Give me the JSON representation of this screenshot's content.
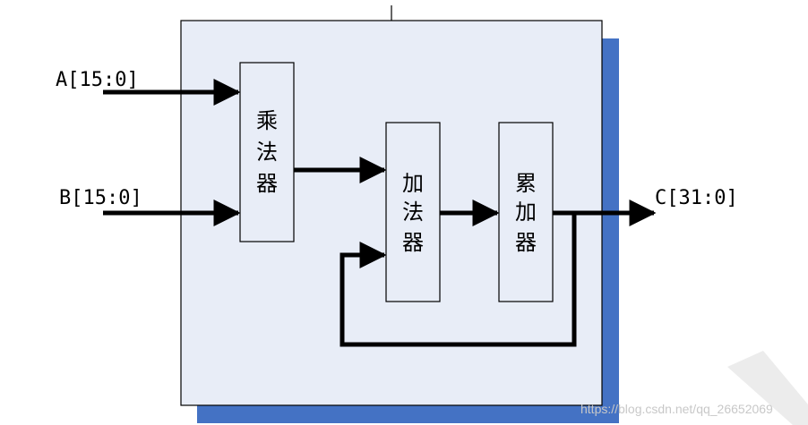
{
  "inputs": {
    "a": "A[15:0]",
    "b": "B[15:0]"
  },
  "output": {
    "c": "C[31:0]"
  },
  "blocks": {
    "multiplier": [
      "乘",
      "法",
      "器"
    ],
    "adder": [
      "加",
      "法",
      "器"
    ],
    "accumulator": [
      "累",
      "加",
      "器"
    ]
  },
  "watermark": "https://blog.csdn.net/qq_26652069",
  "colors": {
    "module_fill": "#e8edf7",
    "shadow": "#4472c4",
    "stroke": "#000000"
  }
}
